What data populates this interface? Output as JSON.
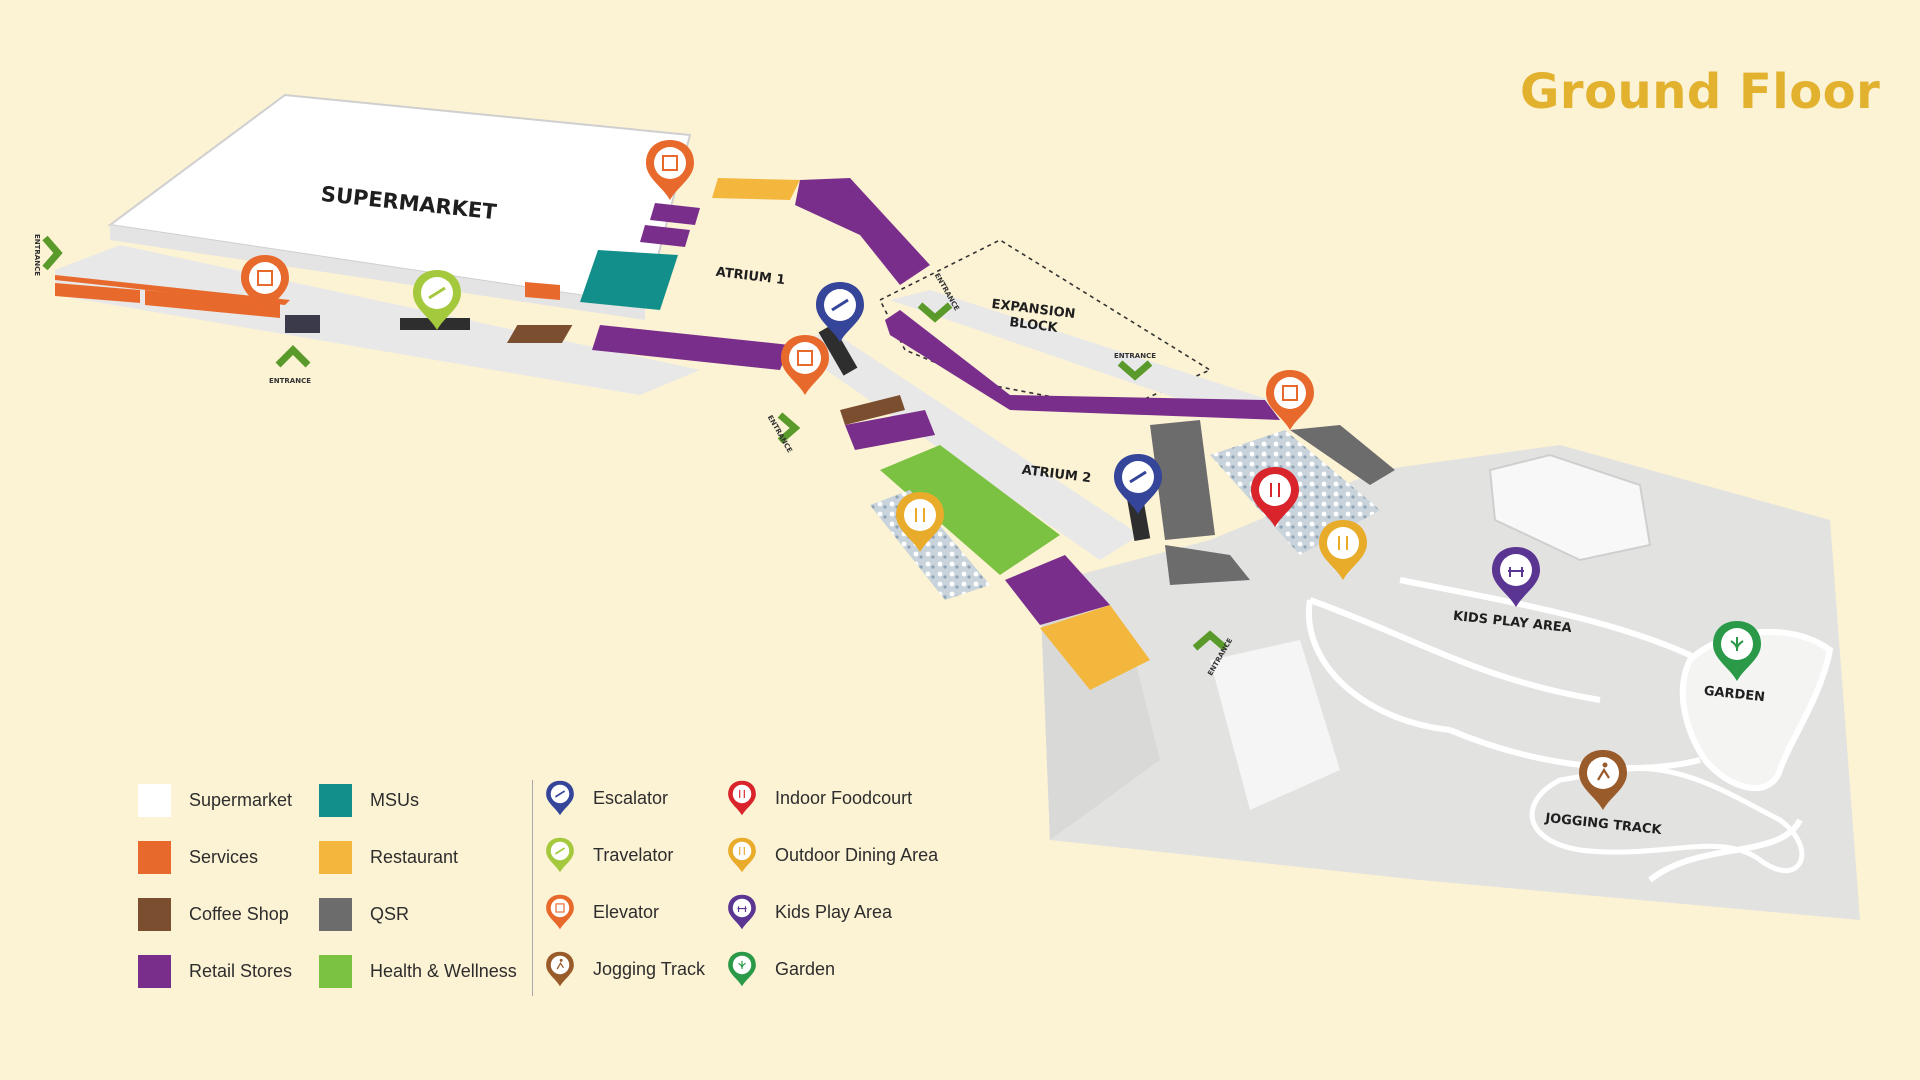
{
  "title": "Ground Floor",
  "map": {
    "areas": {
      "supermarket": "SUPERMARKET",
      "atrium1": "ATRIUM 1",
      "atrium2": "ATRIUM 2",
      "expansion_line1": "EXPANSION",
      "expansion_line2": "BLOCK",
      "kids_play": "KIDS PLAY AREA",
      "garden": "GARDEN",
      "jogging": "JOGGING TRACK"
    },
    "entrance_label": "ENTRANCE"
  },
  "legend": {
    "zones": [
      {
        "label": "Supermarket",
        "color": "#ffffff"
      },
      {
        "label": "Services",
        "color": "#e8692c"
      },
      {
        "label": "Coffee Shop",
        "color": "#7b4e2f"
      },
      {
        "label": "Retail Stores",
        "color": "#7a2e8c"
      },
      {
        "label": "MSUs",
        "color": "#138f8b"
      },
      {
        "label": "Restaurant",
        "color": "#f4b73e"
      },
      {
        "label": "QSR",
        "color": "#6c6c6c"
      },
      {
        "label": "Health & Wellness",
        "color": "#7bc142"
      }
    ],
    "facilities": [
      {
        "label": "Escalator",
        "icon": "escalator-icon",
        "color": "#34459a"
      },
      {
        "label": "Travelator",
        "icon": "travelator-icon",
        "color": "#a4c93c"
      },
      {
        "label": "Elevator",
        "icon": "elevator-icon",
        "color": "#e8692c"
      },
      {
        "label": "Jogging Track",
        "icon": "jogging-icon",
        "color": "#9a5b2b"
      },
      {
        "label": "Indoor Foodcourt",
        "icon": "foodcourt-icon",
        "color": "#d8242a"
      },
      {
        "label": "Outdoor Dining Area",
        "icon": "dining-icon",
        "color": "#e9ab2a"
      },
      {
        "label": "Kids Play Area",
        "icon": "kids-play-icon",
        "color": "#5a3592"
      },
      {
        "label": "Garden",
        "icon": "garden-icon",
        "color": "#2a9a48"
      }
    ]
  }
}
